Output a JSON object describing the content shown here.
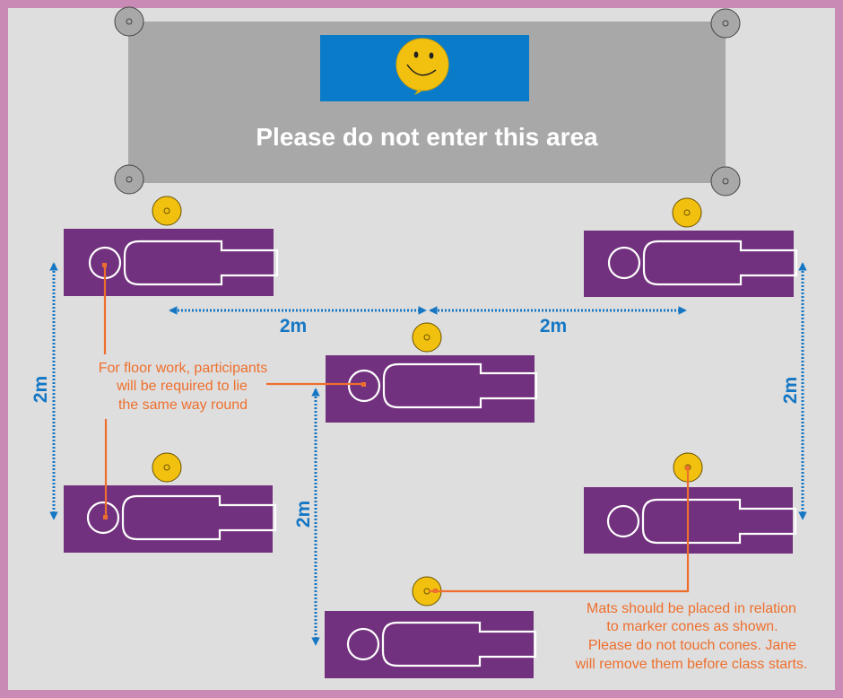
{
  "colors": {
    "frame": "#c98ab5",
    "floor": "#dedede",
    "no_entry_zone": "#a8a8a8",
    "sign_background": "#0a7bc8",
    "mat": "#72317e",
    "cone": "#f2c110",
    "boundary_cone": "#a8a8a8",
    "dimension": "#1577c4",
    "annotation": "#ee6f2d"
  },
  "no_entry_zone": {
    "label": "Please do not enter this area",
    "sign_icon": "smiley-balloon-icon"
  },
  "dimensions": {
    "horizontal_left": "2m",
    "horizontal_right": "2m",
    "vertical_left": "2m",
    "vertical_center": "2m",
    "vertical_right": "2m"
  },
  "annotations": {
    "floor_work": [
      "For floor work, participants",
      "will be required to lie",
      "the same way round"
    ],
    "cones": [
      "Mats should be placed in relation",
      "to marker cones as shown.",
      "Please do not touch cones. Jane",
      "will remove them before class starts."
    ]
  },
  "mats": [
    {
      "id": "top-left"
    },
    {
      "id": "top-right"
    },
    {
      "id": "center"
    },
    {
      "id": "bottom-left"
    },
    {
      "id": "bottom-right"
    },
    {
      "id": "bottom-center"
    }
  ]
}
